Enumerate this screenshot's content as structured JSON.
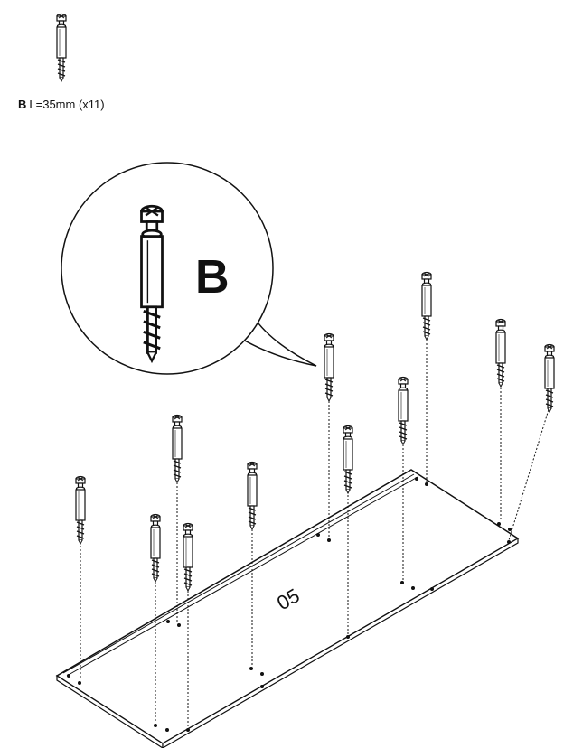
{
  "part": {
    "letter": "B",
    "spec": "L=35mm (x11)"
  },
  "callout": {
    "letter": "B"
  },
  "panel": {
    "label": "05"
  },
  "colors": {
    "stroke": "#111111",
    "fill": "#ffffff"
  },
  "icons": [
    "cam-bolt-icon"
  ]
}
